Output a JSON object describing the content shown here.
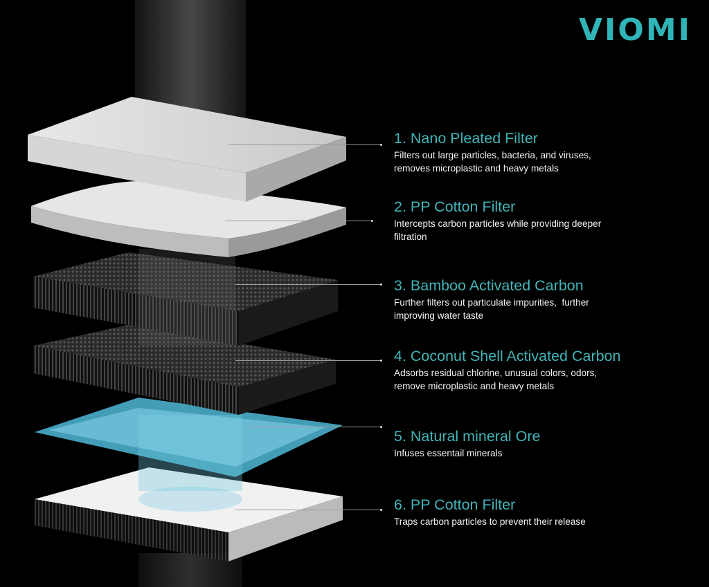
{
  "brand": {
    "logo_text": "VIOMI",
    "accent_color": "#41b4b8"
  },
  "layers": [
    {
      "title": "1. Nano Pleated Filter",
      "description_lines": [
        "Filters out large particles, bacteria, and viruses,",
        "removes microplastic and heavy metals"
      ]
    },
    {
      "title": "2. PP Cotton Filter",
      "description_lines": [
        "Intercepts carbon particles while providing deeper",
        "filtration"
      ]
    },
    {
      "title": "3. Bamboo Activated Carbon",
      "description_lines": [
        "Further filters out particulate impurities,  further",
        "improving water taste"
      ]
    },
    {
      "title": "4. Coconut Shell Activated Carbon",
      "description_lines": [
        "Adsorbs residual chlorine, unusual colors, odors,",
        "remove microplastic and heavy metals"
      ]
    },
    {
      "title": "5. Natural mineral Ore",
      "description_lines": [
        "Infuses essentail minerals"
      ]
    },
    {
      "title": "6. PP Cotton Filter",
      "description_lines": [
        "Traps carbon particles to prevent their release"
      ]
    }
  ]
}
